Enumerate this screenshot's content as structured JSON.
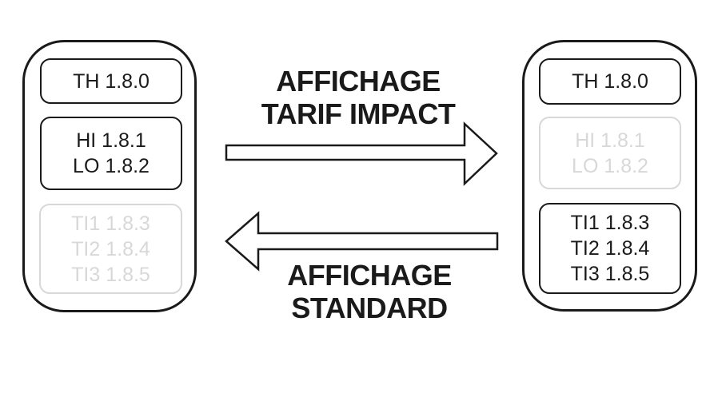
{
  "diagram": {
    "colors": {
      "ink": "#1a1a1a",
      "inactive_gray": "#d8d8d8",
      "background": "#ffffff"
    },
    "left_device": {
      "screens": [
        {
          "id": "th",
          "state": "active",
          "lines": [
            "TH 1.8.0"
          ]
        },
        {
          "id": "hilo",
          "state": "active",
          "lines": [
            "HI 1.8.1",
            "LO 1.8.2"
          ]
        },
        {
          "id": "ti",
          "state": "inactive",
          "lines": [
            "TI1 1.8.3",
            "TI2 1.8.4",
            "TI3 1.8.5"
          ]
        }
      ]
    },
    "right_device": {
      "screens": [
        {
          "id": "th",
          "state": "active",
          "lines": [
            "TH 1.8.0"
          ]
        },
        {
          "id": "hilo",
          "state": "inactive",
          "lines": [
            "HI 1.8.1",
            "LO 1.8.2"
          ]
        },
        {
          "id": "ti",
          "state": "active",
          "lines": [
            "TI1 1.8.3",
            "TI2 1.8.4",
            "TI3 1.8.5"
          ]
        }
      ]
    },
    "forward_arrow_label": {
      "line1": "AFFICHAGE",
      "line2": "TARIF IMPACT"
    },
    "backward_arrow_label": {
      "line1": "AFFICHAGE",
      "line2": "STANDARD"
    }
  }
}
